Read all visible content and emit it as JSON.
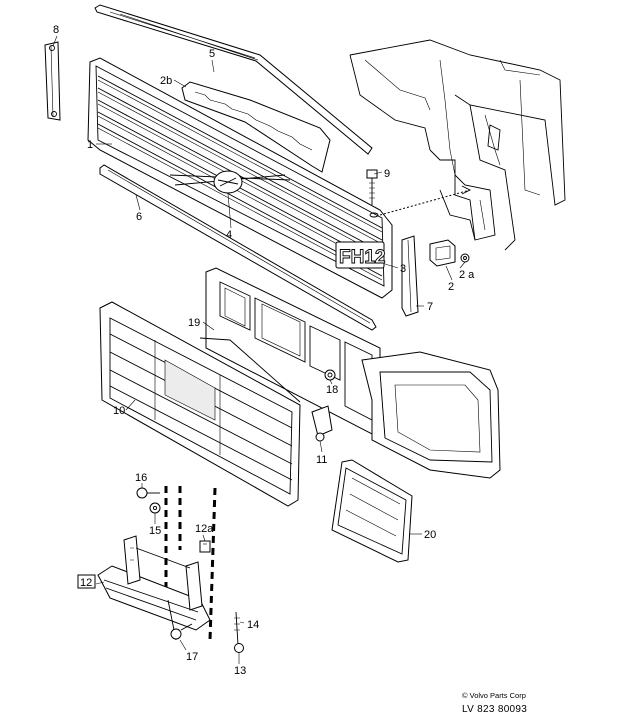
{
  "diagram": {
    "callouts": [
      {
        "id": "c8",
        "label": "8"
      },
      {
        "id": "c5",
        "label": "5"
      },
      {
        "id": "c2b",
        "label": "2b"
      },
      {
        "id": "c1",
        "label": "1"
      },
      {
        "id": "c9",
        "label": "9"
      },
      {
        "id": "c6",
        "label": "6"
      },
      {
        "id": "c4",
        "label": "4"
      },
      {
        "id": "c3",
        "label": "3"
      },
      {
        "id": "c2a",
        "label": "2 a"
      },
      {
        "id": "c2",
        "label": "2"
      },
      {
        "id": "c7",
        "label": "7"
      },
      {
        "id": "c19",
        "label": "19"
      },
      {
        "id": "c18",
        "label": "18"
      },
      {
        "id": "c10",
        "label": "10"
      },
      {
        "id": "c11",
        "label": "11"
      },
      {
        "id": "c16",
        "label": "16"
      },
      {
        "id": "c15",
        "label": "15"
      },
      {
        "id": "c12a",
        "label": "12a"
      },
      {
        "id": "c20",
        "label": "20"
      },
      {
        "id": "c12",
        "label": "12"
      },
      {
        "id": "c14",
        "label": "14"
      },
      {
        "id": "c17",
        "label": "17"
      },
      {
        "id": "c13",
        "label": "13"
      }
    ],
    "badge_text": "FH12",
    "copyright": "© Volvo Parts Corp",
    "document_id": "LV 823 80093"
  }
}
